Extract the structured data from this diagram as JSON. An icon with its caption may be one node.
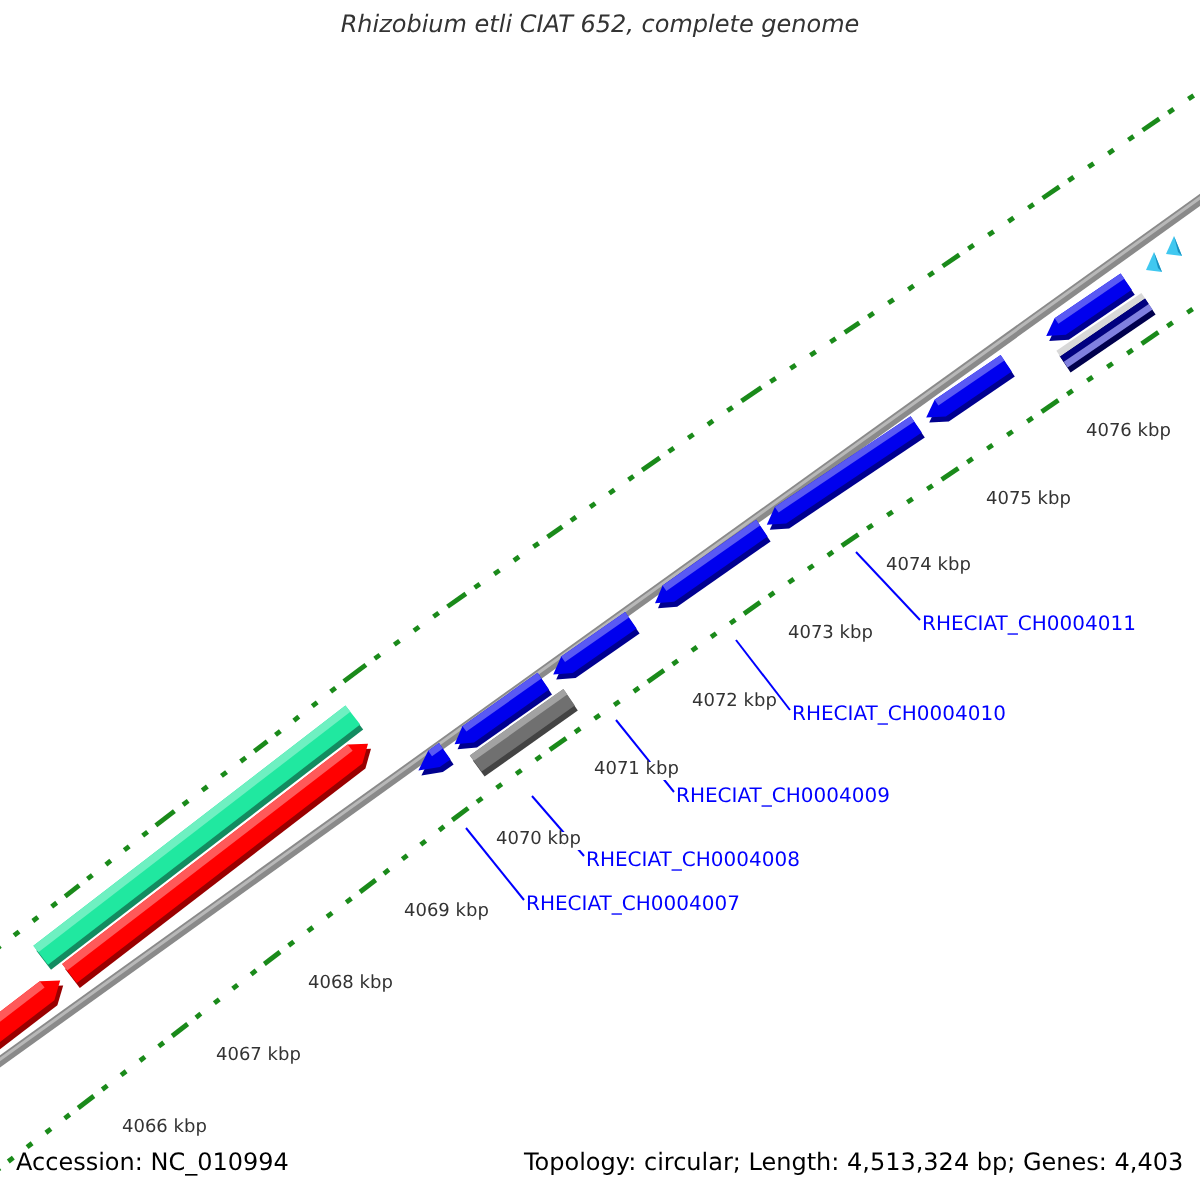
{
  "diagram": {
    "title": "Rhizobium etli CIAT 652, complete genome",
    "nodes": [
      {
        "text": [
          "RHECIAT_CH0004007"
        ]
      },
      {
        "text": [
          "RHECIAT_CH0004008"
        ]
      },
      {
        "text": [
          "RHECIAT_CH0004009"
        ]
      },
      {
        "text": [
          "RHECIAT_CH0004010"
        ]
      },
      {
        "text": [
          "RHECIAT_CH0004011"
        ]
      }
    ],
    "edges": [
      {
        "from": 0,
        "to": null,
        "arrow": "none"
      },
      {
        "from": 1,
        "to": null,
        "arrow": "none"
      },
      {
        "from": 2,
        "to": null,
        "arrow": "none"
      },
      {
        "from": 3,
        "to": null,
        "arrow": "none"
      },
      {
        "from": 4,
        "to": null,
        "arrow": "none"
      }
    ],
    "labels": [
      "4066 kbp",
      "4067 kbp",
      "4068 kbp",
      "4069 kbp",
      "4070 kbp",
      "4071 kbp",
      "4072 kbp",
      "4073 kbp",
      "4074 kbp",
      "4075 kbp",
      "4076 kbp",
      "Accession: NC_010994",
      "Topology: circular; Length: 4,513,324 bp; Genes: 4,403"
    ]
  }
}
